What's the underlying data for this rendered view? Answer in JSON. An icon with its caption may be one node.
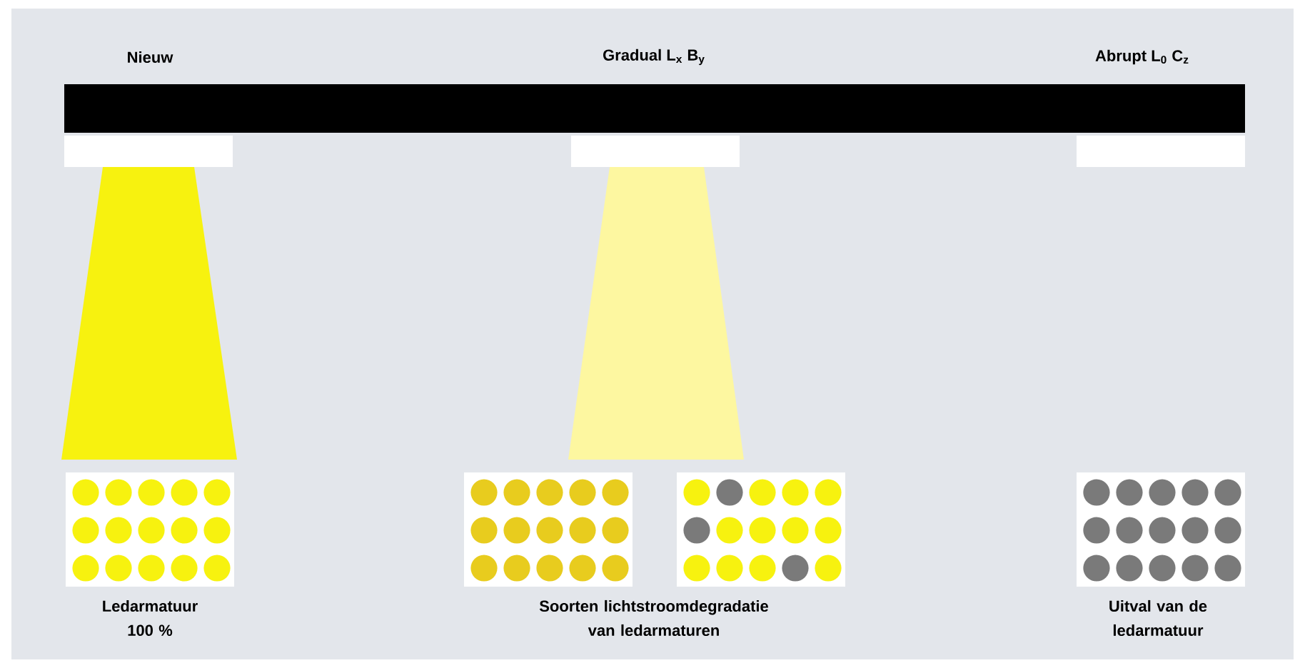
{
  "diagram": {
    "labels": [
      "Nieuw",
      "Gradual L$_{x}$ B$_{y}$",
      "Abrupt L$_{0}$ C$_{z}$",
      "Ledarmatuur 100 %",
      "Soorten lichtstroomdegradatie van ledarmaturen",
      "Uitval van de ledarmatuur"
    ]
  }
}
